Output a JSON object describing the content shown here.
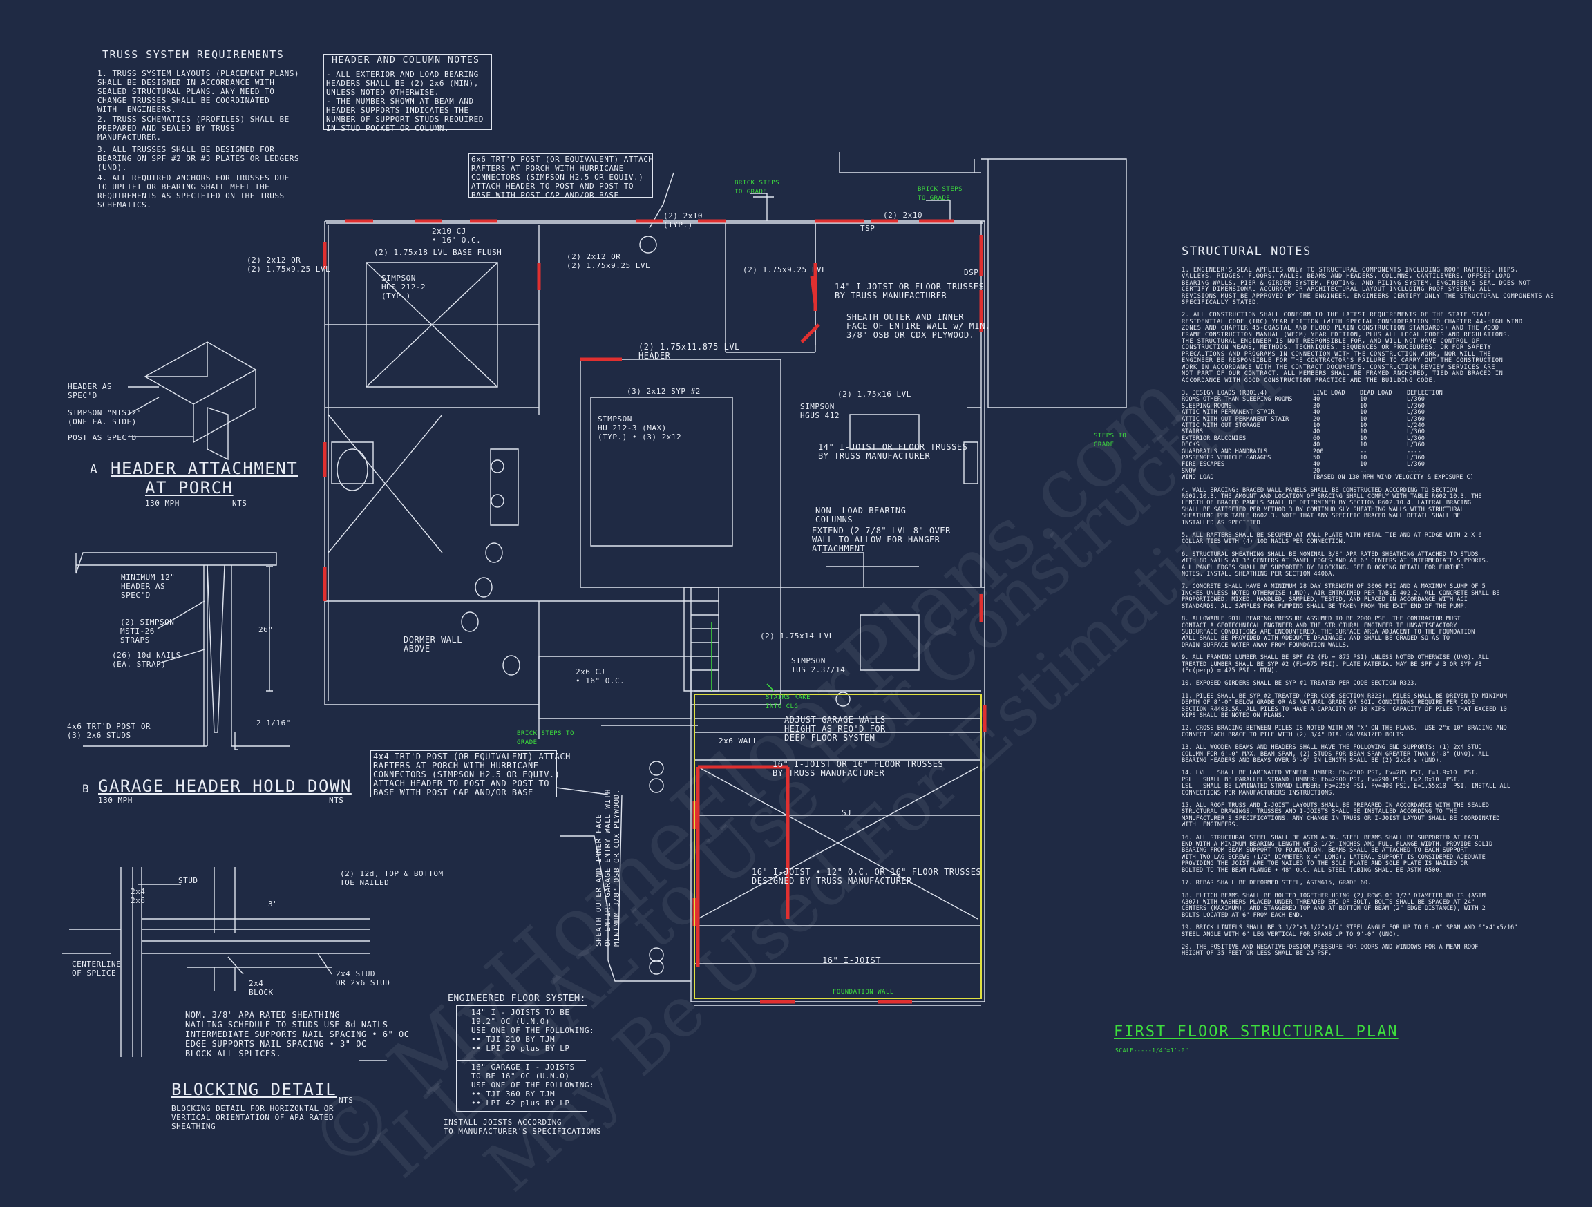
{
  "truss": {
    "heading": "TRUSS SYSTEM REQUIREMENTS",
    "items": [
      "1. TRUSS SYSTEM LAYOUTS (PLACEMENT PLANS)\nSHALL BE DESIGNED IN ACCORDANCE WITH\nSEALED STRUCTURAL PLANS. ANY NEED TO\nCHANGE TRUSSES SHALL BE COORDINATED\nWITH  ENGINEERS.",
      "2. TRUSS SCHEMATICS (PROFILES) SHALL BE\nPREPARED AND SEALED BY TRUSS\nMANUFACTURER.",
      "3. ALL TRUSSES SHALL BE DESIGNED FOR\nBEARING ON SPF #2 OR #3 PLATES OR LEDGERS\n(UNO).",
      "4. ALL REQUIRED ANCHORS FOR TRUSSES DUE\nTO UPLIFT OR BEARING SHALL MEET THE\nREQUIREMENTS AS SPECIFIED ON THE TRUSS\nSCHEMATICS."
    ]
  },
  "header_notes": {
    "heading": "HEADER AND COLUMN NOTES",
    "body": "- ALL EXTERIOR AND LOAD BEARING\nHEADERS SHALL BE (2) 2x6 (MIN),\nUNLESS NOTED OTHERWISE.\n- THE NUMBER SHOWN AT BEAM AND\nHEADER SUPPORTS INDICATES THE\nNUMBER OF SUPPORT STUDS REQUIRED\nIN STUD POCKET OR COLUMN."
  },
  "detail_a": {
    "marker": "A",
    "title_l1": "HEADER ATTACHMENT",
    "title_l2": "AT PORCH",
    "wind": "130 MPH",
    "scale": "NTS",
    "labels": [
      "HEADER AS\nSPEC'D",
      "SIMPSON \"MTS12\"\n(ONE EA. SIDE)",
      "POST AS SPEC'D"
    ]
  },
  "detail_b": {
    "marker": "B",
    "title": "GARAGE HEADER HOLD DOWN",
    "wind": "130 MPH",
    "scale": "NTS",
    "labels": [
      "MINIMUM 12\"\nHEADER AS\nSPEC'D",
      "(2) SIMPSON\nMSTI-26\nSTRAPS",
      "(26) 10d NAILS\n(EA. STRAP)",
      "4x6 TRT'D POST OR\n(3) 2x6 STUDS",
      "26\"",
      "2 1/16\""
    ]
  },
  "blocking": {
    "title": "BLOCKING DETAIL",
    "scale": "NTS",
    "caption": "BLOCKING DETAIL FOR HORIZONTAL OR\nVERTICAL ORIENTATION OF APA RATED\nSHEATHING",
    "labels": [
      "STUD",
      "(2) 12d, TOP & BOTTOM\nTOE NAILED",
      "3\"",
      "2x4\n2x6",
      "CENTERLINE\nOF SPLICE",
      "2x4\nBLOCK",
      "2x4 STUD\nOR 2x6 STUD"
    ],
    "note": "NOM. 3/8\" APA RATED SHEATHING\nNAILING SCHEDULE TO STUDS USE 8d NAILS\nINTERMEDIATE SUPPORTS NAIL SPACING • 6\" OC\nEDGE SUPPORTS NAIL SPACING • 3\" OC\nBLOCK ALL SPLICES."
  },
  "eng_floor": {
    "heading": "ENGINEERED FLOOR SYSTEM:",
    "body": "14\" I - JOISTS TO BE\n19.2\" OC (U.N.O)\nUSE ONE OF THE FOLLOWING:\n•• TJI 210 BY TJM\n•• LPI 20 plus BY LP",
    "body2": "16\" GARAGE I - JOISTS\nTO BE 16\" OC (U.N.O)\nUSE ONE OF THE FOLLOWING:\n•• TJI 360 BY TJM\n•• LPI 42 plus BY LP",
    "footer": "INSTALL JOISTS ACCORDING\nTO MANUFACTURER'S SPECIFICATIONS"
  },
  "plan": {
    "title": "FIRST FLOOR STRUCTURAL PLAN",
    "scale": "SCALE-----1/4\"=1'-0\"",
    "green_labels": [
      "BRICK STEPS\nTO GRADE",
      "BRICK STEPS\nTO GRADE",
      "STEPS TO\nGRADE",
      "BRICK STEPS TO\nGRADE",
      "STAIRS RAKE\nINTO CLG",
      "FOUNDATION WALL"
    ],
    "labels": [
      "6x6 TRT'D POST (OR EQUIVALENT) ATTACH\nRAFTERS AT PORCH WITH HURRICANE\nCONNECTORS (SIMPSON H2.5 OR EQUIV.)\nATTACH HEADER TO POST AND POST TO\nBASE WITH POST CAP AND/OR BASE",
      "(2) 2x10",
      "(2) 2x10\n(TYP.)",
      "(2) 2x12 OR\n(2) 1.75x9.25 LVL",
      "(2) 1.75x18 LVL BASE FLUSH",
      "2x10 CJ\n• 16\" O.C.",
      "SIMPSON\nHUS 212-2\n(TYP.)",
      "(2) 2x12 OR\n(2) 1.75x9.25 LVL",
      "(2) 1.75x9.25 LVL",
      "TSP",
      "DSP",
      "14\" I-JOIST OR FLOOR TRUSSES\nBY TRUSS MANUFACTURER",
      "SHEATH OUTER AND INNER\nFACE OF ENTIRE WALL w/ MIN.\n3/8\" OSB OR CDX PLYWOOD.",
      "(2) 1.75x11.875 LVL\nHEADER",
      "(3) 2x12 SYP #2",
      "SIMPSON\nHU 212-3 (MAX)\n(TYP.) • (3) 2x12",
      "SIMPSON\nHGUS 412",
      "(2) 1.75x16 LVL",
      "14\" I-JOIST OR FLOOR TRUSSES\nBY TRUSS MANUFACTURER",
      "NON- LOAD BEARING\nCOLUMNS",
      "EXTEND (2 7/8\" LVL 8\" OVER\nWALL TO ALLOW FOR HANGER\nATTACHMENT",
      "DORMER WALL\nABOVE",
      "2x6 CJ\n• 16\" O.C.",
      "(2) 1.75x14 LVL",
      "SIMPSON\nIUS 2.37/14",
      "ADJUST GARAGE WALLS\nHEIGHT AS REQ'D FOR\nDEEP FLOOR SYSTEM",
      "4x4 TRT'D POST (OR EQUIVALENT) ATTACH\nRAFTERS AT PORCH WITH HURRICANE\nCONNECTORS (SIMPSON H2.5 OR EQUIV.)\nATTACH HEADER TO POST AND POST TO\nBASE WITH POST CAP AND/OR BASE",
      "2x6 WALL",
      "16\" I-JOIST OR 16\" FLOOR TRUSSES\nBY TRUSS MANUFACTURER",
      "16\" I-JOIST • 12\" O.C. OR 16\" FLOOR TRUSSES\nDESIGNED BY TRUSS MANUFACTURER",
      "16\" I-JOIST",
      "SJ",
      "SHEATH OUTER AND INNER FACE\nOF ENTIRE GARAGE ENTRY WALL WITH\nMINIMUM 3/8\" OSB OR CDX PLYWOOD."
    ]
  },
  "structural_notes": {
    "heading": "STRUCTURAL NOTES",
    "paras": [
      "1. ENGINEER'S SEAL APPLIES ONLY TO STRUCTURAL COMPONENTS INCLUDING ROOF RAFTERS, HIPS,\nVALLEYS, RIDGES, FLOORS, WALLS, BEAMS AND HEADERS, COLUMNS, CANTILEVERS, OFFSET LOAD\nBEARING WALLS, PIER & GIRDER SYSTEM, FOOTING, AND PILING SYSTEM. ENGINEER'S SEAL DOES NOT\nCERTIFY DIMENSIONAL ACCURACY OR ARCHITECTURAL LAYOUT INCLUDING ROOF SYSTEM. ALL\nREVISIONS MUST BE APPROVED BY THE ENGINEER. ENGINEERS CERTIFY ONLY THE STRUCTURAL COMPONENTS AS\nSPECIFICALLY STATED.",
      "2. ALL CONSTRUCTION SHALL CONFORM TO THE LATEST REQUIREMENTS OF THE STATE STATE\nRESIDENTIAL CODE (IRC) YEAR EDITION (WITH SPECIAL CONSIDERATION TO CHAPTER 44-HIGH WIND\nZONES AND CHAPTER 45-COASTAL AND FLOOD PLAIN CONSTRUCTION STANDARDS) AND THE WOOD\nFRAME CONSTRUCTION MANUAL (WFCM) YEAR EDITION, PLUS ALL LOCAL CODES AND REGULATIONS.\nTHE STRUCTURAL ENGINEER IS NOT RESPONSIBLE FOR, AND WILL NOT HAVE CONTROL OF\nCONSTRUCTION MEANS, METHODS, TECHNIQUES, SEQUENCES OR PROCEDURES, OR FOR SAFETY\nPRECAUTIONS AND PROGRAMS IN CONNECTION WITH THE CONSTRUCTION WORK, NOR WILL THE\nENGINEER BE RESPONSIBLE FOR THE CONTRACTOR'S FAILURE TO CARRY OUT THE CONSTRUCTION\nWORK IN ACCORDANCE WITH THE CONTRACT DOCUMENTS. CONSTRUCTION REVIEW SERVICES ARE\nNOT PART OF OUR CONTRACT. ALL MEMBERS SHALL BE FRAMED ANCHORED, TIED AND BRACED IN\nACCORDANCE WITH GOOD CONSTRUCTION PRACTICE AND THE BUILDING CODE.",
      "4. WALL BRACING: BRACED WALL PANELS SHALL BE CONSTRUCTED ACCORDING TO SECTION\nR602.10.3. THE AMOUNT AND LOCATION OF BRACING SHALL COMPLY WITH TABLE R602.10.3. THE\nLENGTH OF BRACED PANELS SHALL BE DETERMINED BY SECTION R602.10.4. LATERAL BRACING\nSHALL BE SATISFIED PER METHOD 3 BY CONTINUOUSLY SHEATHING WALLS WITH STRUCTURAL\nSHEATHING PER TABLE R602.3. NOTE THAT ANY SPECIFIC BRACED WALL DETAIL SHALL BE\nINSTALLED AS SPECIFIED.",
      "5. ALL RAFTERS SHALL BE SECURED AT WALL PLATE WITH METAL TIE AND AT RIDGE WITH 2 X 6\nCOLLAR TIES WITH (4) 10D NAILS PER CONNECTION.",
      "6. STRUCTURAL SHEATHING SHALL BE NOMINAL 3/8\" APA RATED SHEATHING ATTACHED TO STUDS\nWITH 8D NAILS AT 3\" CENTERS AT PANEL EDGES AND AT 6\" CENTERS AT INTERMEDIATE SUPPORTS.\nALL PANEL EDGES SHALL BE SUPPORTED BY BLOCKING. SEE BLOCKING DETAIL FOR FURTHER\nNOTES. INSTALL SHEATHING PER SECTION 4406A.",
      "7. CONCRETE SHALL HAVE A MINIMUM 28 DAY STRENGTH OF 3000 PSI AND A MAXIMUM SLUMP OF 5\nINCHES UNLESS NOTED OTHERWISE (UNO). AIR ENTRAINED PER TABLE 402.2. ALL CONCRETE SHALL BE\nPROPORTIONED, MIXED, HANDLED, SAMPLED, TESTED, AND PLACED IN ACCORDANCE WITH ACI\nSTANDARDS. ALL SAMPLES FOR PUMPING SHALL BE TAKEN FROM THE EXIT END OF THE PUMP.",
      "8. ALLOWABLE SOIL BEARING PRESSURE ASSUMED TO BE 2000 PSF. THE CONTRACTOR MUST\nCONTACT A GEOTECHNICAL ENGINEER AND THE STRUCTURAL ENGINEER IF UNSATISFACTORY\nSUBSURFACE CONDITIONS ARE ENCOUNTERED. THE SURFACE AREA ADJACENT TO THE FOUNDATION\nWALL SHALL BE PROVIDED WITH ADEQUATE DRAINAGE, AND SHALL BE GRADED SO AS TO\nDRAIN SURFACE WATER AWAY FROM FOUNDATION WALLS.",
      "9. ALL FRAMING LUMBER SHALL BE SPF #2 (Fb = 875 PSI) UNLESS NOTED OTHERWISE (UNO). ALL\nTREATED LUMBER SHALL BE SYP #2 (Fb=975 PSI). PLATE MATERIAL MAY BE SPF # 3 OR SYP #3\n(Fc(perp) = 425 PSI - MIN).",
      "10. EXPOSED GIRDERS SHALL BE SYP #1 TREATED PER CODE SECTION R323.",
      "11. PILES SHALL BE SYP #2 TREATED (PER CODE SECTION R323). PILES SHALL BE DRIVEN TO MINIMUM\nDEPTH OF 8'-0\" BELOW GRADE OR AS NATURAL GRADE OR SOIL CONDITIONS REQUIRE PER CODE\nSECTION R4403.5A. ALL PILES TO HAVE A CAPACITY OF 10 KIPS. CAPACITY OF PILES THAT EXCEED 10\nKIPS SHALL BE NOTED ON PLANS.",
      "12. CROSS BRACING BETWEEN PILES IS NOTED WITH AN \"X\" ON THE PLANS.  USE 2\"x 10\" BRACING AND\nCONNECT EACH BRACE TO PILE WITH (2) 3/4\" DIA. GALVANIZED BOLTS.",
      "13. ALL WOODEN BEAMS AND HEADERS SHALL HAVE THE FOLLOWING END SUPPORTS: (1) 2x4 STUD\nCOLUMN FOR 6'-0\" MAX. BEAM SPAN, (2) STUDS FOR BEAM SPAN GREATER THAN 6'-0\" (UNO). ALL\nBEARING HEADERS AND BEAMS OVER 6'-0\" IN LENGTH SHALL BE (2) 2x10's (UNO).",
      "14. LVL   SHALL BE LAMINATED VENEER LUMBER: Fb=2600 PSI, Fv=285 PSI, E=1.9x10  PSI.\nPSL   SHALL BE PARALLEL STRAND LUMBER: Fb=2900 PSI, Fv=290 PSI, E=2.0x10  PSI.\nLSL   SHALL BE LAMINATED STRAND LUMBER: Fb=2250 PSI, Fv=400 PSI, E=1.55x10  PSI. INSTALL ALL\nCONNECTIONS PER MANUFACTURERS INSTRUCTIONS.",
      "15. ALL ROOF TRUSS AND I-JOIST LAYOUTS SHALL BE PREPARED IN ACCORDANCE WITH THE SEALED\nSTRUCTURAL DRAWINGS. TRUSSES AND I-JOISTS SHALL BE INSTALLED ACCORDING TO THE\nMANUFACTURER'S SPECIFICATIONS. ANY CHANGE IN TRUSS OR I-JOIST LAYOUT SHALL BE COORDINATED\nWITH  ENGINEERS.",
      "16. ALL STRUCTURAL STEEL SHALL BE ASTM A-36. STEEL BEAMS SHALL BE SUPPORTED AT EACH\nEND WITH A MINIMUM BEARING LENGTH OF 3 1/2\" INCHES AND FULL FLANGE WIDTH. PROVIDE SOLID\nBEARING FROM BEAM SUPPORT TO FOUNDATION. BEAMS SHALL BE ATTACHED TO EACH SUPPORT\nWITH TWO LAG SCREWS (1/2\" DIAMETER x 4\" LONG). LATERAL SUPPORT IS CONSIDERED ADEQUATE\nPROVIDING THE JOIST ARE TOE NAILED TO THE SOLE PLATE AND SOLE PLATE IS NAILED OR\nBOLTED TO THE BEAM FLANGE • 48\" O.C. ALL STEEL TUBING SHALL BE ASTM A500.",
      "17. REBAR SHALL BE DEFORMED STEEL, ASTM615, GRADE 60.",
      "18. FLITCH BEAMS SHALL BE BOLTED TOGETHER USING (2) ROWS OF 1/2\" DIAMETER BOLTS (ASTM\nA307) WITH WASHERS PLACED UNDER THREADED END OF BOLT. BOLTS SHALL BE SPACED AT 24\"\nCENTERS (MAXIMUM), AND STAGGERED TOP AND AT BOTTOM OF BEAM (2\" EDGE DISTANCE), WITH 2\nBOLTS LOCATED AT 6\" FROM EACH END.",
      "19. BRICK LINTELS SHALL BE 3 1/2\"x3 1/2\"x1/4\" STEEL ANGLE FOR UP TO 6'-0\" SPAN AND 6\"x4\"x5/16\"\nSTEEL ANGLE WITH 6\" LEG VERTICAL FOR SPANS UP TO 9'-0\" (UNO).",
      "20. THE POSITIVE AND NEGATIVE DESIGN PRESSURE FOR DOORS AND WINDOWS FOR A MEAN ROOF\nHEIGHT OF 35 FEET OR LESS SHALL BE 25 PSF."
    ],
    "loads_header": "3. DESIGN LOADS (R301.4)",
    "loads_cols": [
      "LIVE LOAD",
      "DEAD LOAD",
      "DEFLECTION"
    ],
    "loads": [
      [
        "ROOMS OTHER THAN SLEEPING ROOMS",
        "40",
        "10",
        "L/360"
      ],
      [
        "SLEEPING ROOMS",
        "30",
        "10",
        "L/360"
      ],
      [
        "ATTIC WITH PERMANENT STAIR",
        "40",
        "10",
        "L/360"
      ],
      [
        "ATTIC WITH OUT PERMANENT STAIR",
        "20",
        "10",
        "L/360"
      ],
      [
        "ATTIC WITH OUT STORAGE",
        "10",
        "10",
        "L/240"
      ],
      [
        "STAIRS",
        "40",
        "10",
        "L/360"
      ],
      [
        "EXTERIOR BALCONIES",
        "60",
        "10",
        "L/360"
      ],
      [
        "DECKS",
        "40",
        "10",
        "L/360"
      ],
      [
        "GUARDRAILS AND HANDRAILS",
        "200",
        "--",
        "----"
      ],
      [
        "PASSENGER VEHICLE GARAGES",
        "50",
        "10",
        "L/360"
      ],
      [
        "FIRE ESCAPES",
        "40",
        "10",
        "L/360"
      ],
      [
        "SNOW",
        "20",
        "--",
        "----"
      ]
    ],
    "wind_row": [
      "WIND LOAD",
      "(BASED ON 130 MPH WIND VELOCITY & EXPOSURE C)"
    ]
  },
  "watermark": [
    "© MyHomeFloorPlans.com",
    "ILLEGAL to Use For Construction",
    "May Be Used For Estimating"
  ],
  "colors": {
    "background": "#1f2a44",
    "line": "#dfe4ee",
    "accent_red": "#e03030",
    "accent_green": "#3ddc3d",
    "accent_yellow": "#e0e040"
  }
}
